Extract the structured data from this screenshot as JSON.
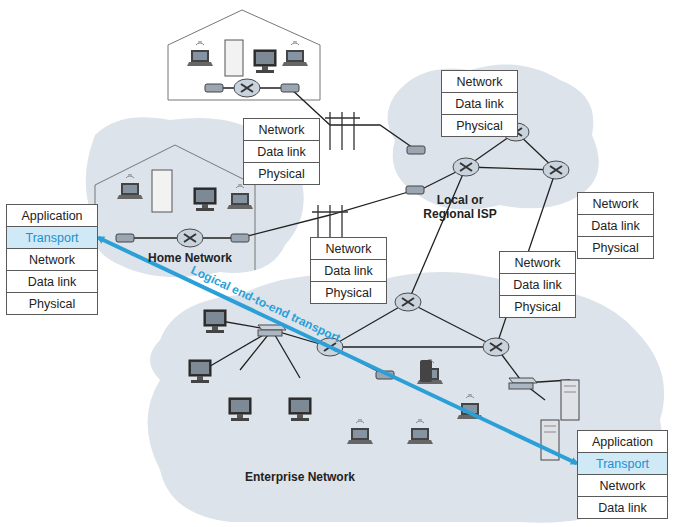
{
  "diagram": {
    "nodes": [
      {
        "text": [
          "Network"
        ]
      },
      {
        "text": [
          "Data link"
        ]
      },
      {
        "text": [
          "Physical"
        ]
      },
      {
        "text": [
          "Network"
        ]
      },
      {
        "text": [
          "Data link"
        ]
      },
      {
        "text": [
          "Physical"
        ]
      },
      {
        "text": [
          "Network"
        ]
      },
      {
        "text": [
          "Data link"
        ]
      },
      {
        "text": [
          "Physical"
        ]
      },
      {
        "text": [
          "Application"
        ]
      },
      {
        "text": [
          "Transport"
        ]
      },
      {
        "text": [
          "Network"
        ]
      },
      {
        "text": [
          "Data link"
        ]
      },
      {
        "text": [
          "Physical"
        ]
      },
      {
        "text": [
          "Network"
        ]
      },
      {
        "text": [
          "Data link"
        ]
      },
      {
        "text": [
          "Physical"
        ]
      },
      {
        "text": [
          "Network"
        ]
      },
      {
        "text": [
          "Data link"
        ]
      },
      {
        "text": [
          "Physical"
        ]
      },
      {
        "text": [
          "Application"
        ]
      },
      {
        "text": [
          "Transport"
        ]
      },
      {
        "text": [
          "Network"
        ]
      },
      {
        "text": [
          "Data link"
        ]
      }
    ],
    "edges": [
      {
        "from": 10,
        "to": 21,
        "label": "Logical end-to-end transport",
        "arrow": "both"
      }
    ],
    "labels": [
      "Home Network",
      "Local or Regional ISP",
      "Enterprise Network"
    ]
  }
}
